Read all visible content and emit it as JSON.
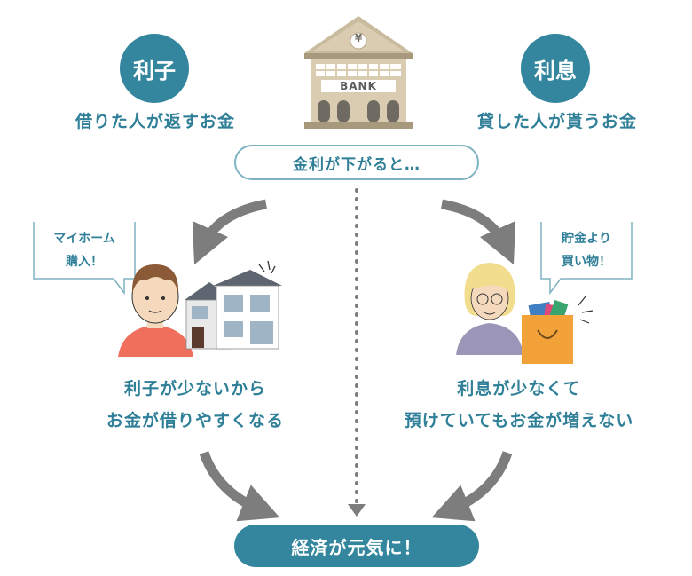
{
  "top": {
    "left_circle": "利子",
    "left_caption": "借りた人が返すお金",
    "right_circle": "利息",
    "right_caption": "貸した人が貰うお金",
    "bank_sign": "BANK",
    "bank_symbol": "¥"
  },
  "condition": "金利が下がると…",
  "left": {
    "bubble_line1": "マイホーム",
    "bubble_line2": "購入！",
    "text_line1": "利子が少ないから",
    "text_line2": "お金が借りやすくなる"
  },
  "right": {
    "bubble_line1": "貯金より",
    "bubble_line2": "買い物！",
    "text_line1": "利息が少なくて",
    "text_line2": "預けていてもお金が増えない"
  },
  "result": "経済が元気に！",
  "colors": {
    "teal": "#33869d",
    "arrow_gray": "#7d7d7d",
    "bank_beige": "#d9ccb0",
    "shirt_red": "#ef6e5c",
    "bag_orange": "#f3a23a"
  }
}
